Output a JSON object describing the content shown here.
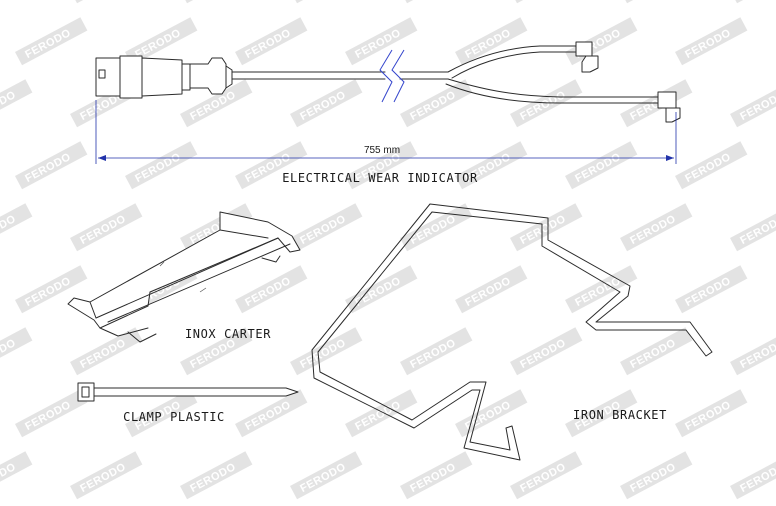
{
  "brand": {
    "watermark_text": "FERODO",
    "watermark_color": "#e3e3e3"
  },
  "accent": {
    "dimension_color": "#2233aa",
    "break_mark_color": "#3344cc"
  },
  "parts": {
    "wear_indicator": {
      "label": "ELECTRICAL WEAR INDICATOR",
      "length_text": "755 mm"
    },
    "inox_carter": {
      "label": "INOX CARTER"
    },
    "clamp_plastic": {
      "label": "CLAMP PLASTIC"
    },
    "iron_bracket": {
      "label": "IRON BRACKET"
    }
  }
}
